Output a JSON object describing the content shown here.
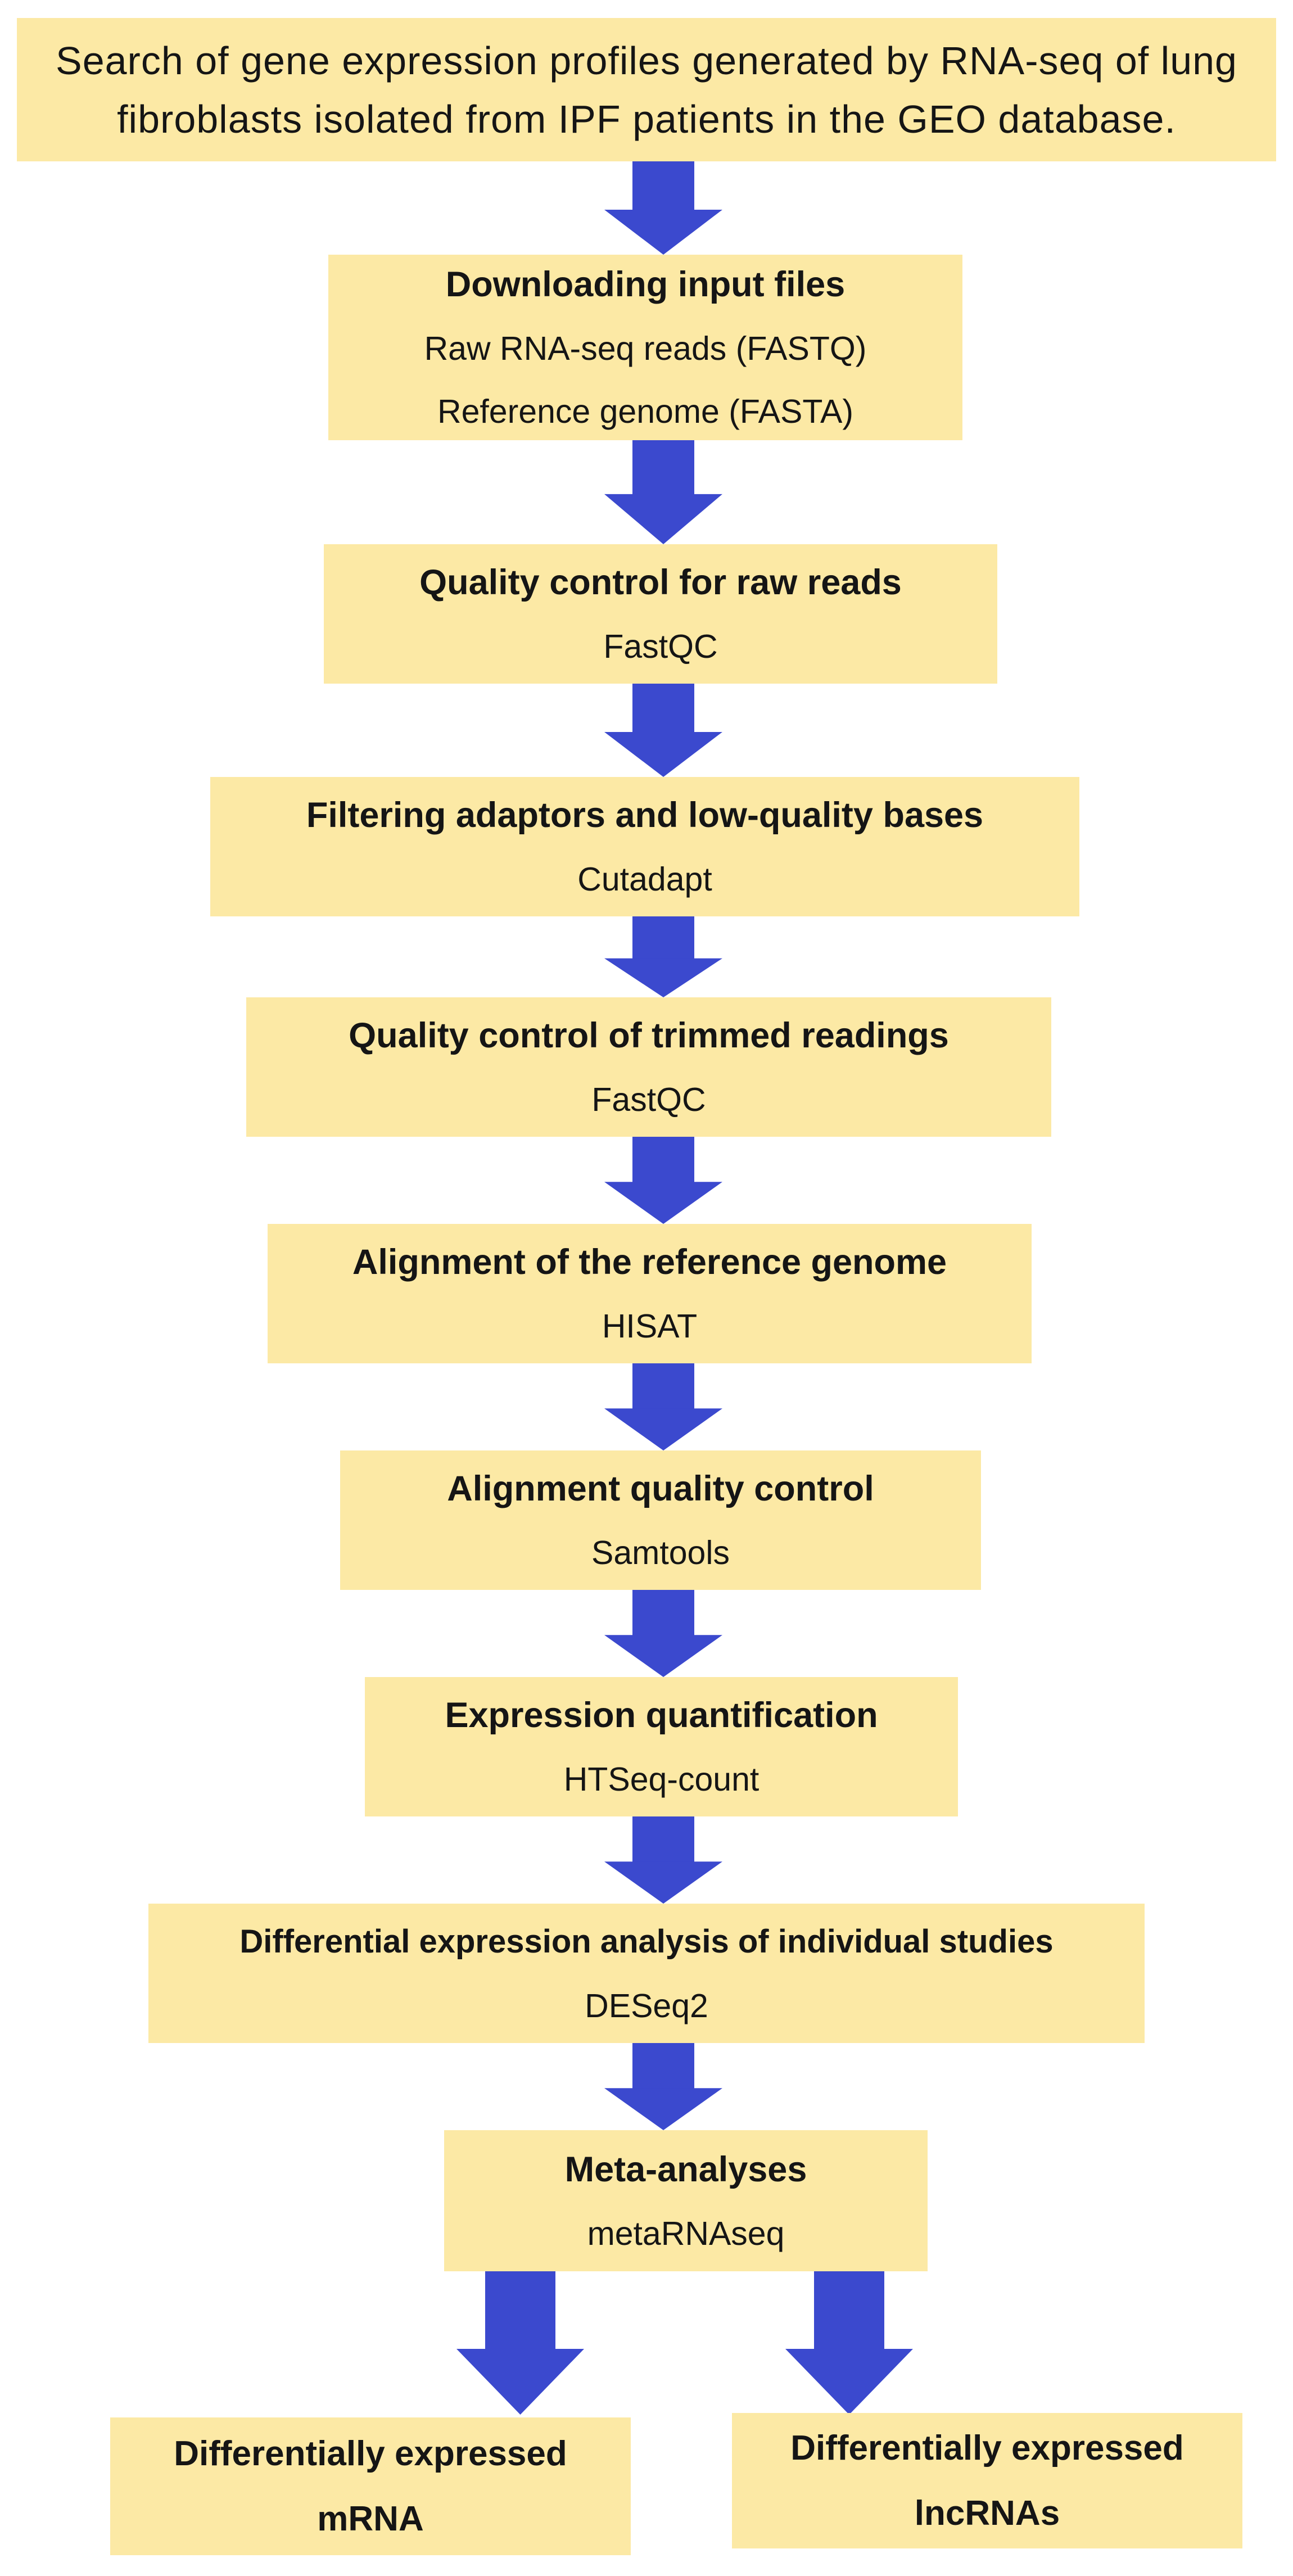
{
  "diagram": {
    "colors": {
      "box_fill": "#FCE9A5",
      "arrow_blue": "#3B49CE",
      "text": "#151515",
      "background": "#FFFFFF"
    },
    "intro": {
      "lines": [
        "Search of gene expression profiles generated by RNA-seq of lung",
        "fibroblasts isolated from IPF patients in the GEO database."
      ]
    },
    "steps": [
      {
        "title": "Downloading input files",
        "details": [
          "Raw RNA-seq reads (FASTQ)",
          "Reference genome (FASTA)"
        ]
      },
      {
        "title": "Quality control for raw reads",
        "details": [
          "FastQC"
        ]
      },
      {
        "title": "Filtering adaptors and low-quality bases",
        "details": [
          "Cutadapt"
        ]
      },
      {
        "title": "Quality control of trimmed readings",
        "details": [
          "FastQC"
        ]
      },
      {
        "title": "Alignment of the reference genome",
        "details": [
          "HISAT"
        ]
      },
      {
        "title": "Alignment quality control",
        "details": [
          "Samtools"
        ]
      },
      {
        "title": "Expression quantification",
        "details": [
          "HTSeq-count"
        ]
      },
      {
        "title": "Differential expression analysis of individual studies",
        "details": [
          "DESeq2"
        ]
      },
      {
        "title": "Meta-analyses",
        "details": [
          "metaRNAseq"
        ]
      }
    ],
    "outputs": [
      {
        "lines": [
          "Differentially expressed",
          "mRNA"
        ]
      },
      {
        "lines": [
          "Differentially expressed",
          "lncRNAs"
        ]
      }
    ]
  }
}
